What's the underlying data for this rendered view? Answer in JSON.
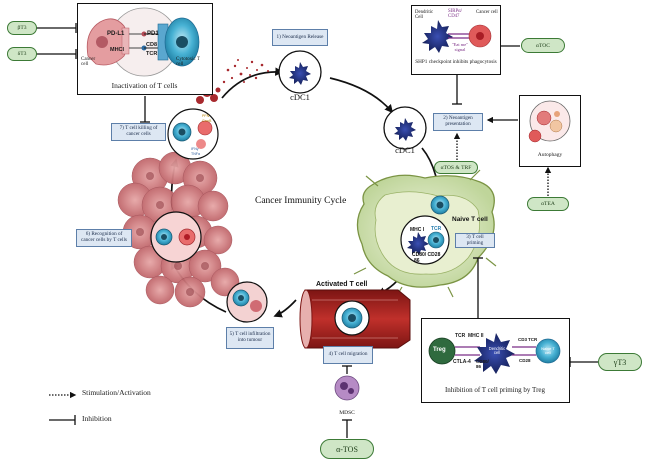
{
  "title": "Cancer Immunity Cycle",
  "steps": {
    "s1": "1) Neoantigen Release",
    "s2": "2) Neoantigen presentation",
    "s3": "3) T cell priming",
    "s4": "4) T cell migration",
    "s5": "5) T cell infiltration into tumour",
    "s6": "6) Recognition of cancer cells by T cells",
    "s7": "7) T cell killing of cancer cells"
  },
  "cells": {
    "cdc1_top": "cDC1",
    "cdc1_mid": "cDC1",
    "naive": "Naive T cell",
    "activated": "Activated T cell",
    "mdsc": "MDSC",
    "treg": "Treg",
    "mhc1": "MHC I",
    "tcr": "TCR",
    "cd80": "CD80/ CD28",
    "cd86": "86"
  },
  "panels": {
    "inactivation": {
      "caption": "Inactivation of T cells",
      "cancer": "Cancer cell",
      "cytotoxic": "Cytotoxic T cell",
      "pdl1": "PD-L1",
      "pd1": "PD1",
      "mhc1": "MHCI",
      "cd8": "CD8",
      "tcr": "TCR"
    },
    "phagocytosis": {
      "dendritic": "Dendritic Cell",
      "sirpa": "SIRPα/ CD47",
      "cancer": "Cancer cell",
      "dont_eat": "\"Eat me\" signal",
      "caption": "SHP1 checkpoint inhibits phagocytosis"
    },
    "autophagy": {
      "caption": "Autophagy"
    },
    "treg_priming": {
      "caption": "Inhibition of T cell priming by Treg",
      "treg": "Treg",
      "tcr": "TCR",
      "mhc2": "MHC II",
      "ctla4": "CTLA-4",
      "cd80": "CD80/ 86",
      "dendritic": "Dendritic cell",
      "naive": "Naive T cell",
      "cd28": "CD28",
      "tcr2": "TCR",
      "cd3": "CD3"
    },
    "t_killing": {
      "perforin": "PFN",
      "granzyme": "GrmB",
      "ifng": "IFNγ",
      "tnfa": "TNFα"
    }
  },
  "agents": {
    "bT3": "βT3",
    "dT3": "δT3",
    "aTOC": "αTOC",
    "aTOS_TRF": "αTOS & TRF",
    "aTEA": "αTEA",
    "gT3": "γT3",
    "aTOS": "α-TOS"
  },
  "legend": {
    "stimulation": "Stimulation/Activation",
    "inhibition": "Inhibition"
  },
  "colors": {
    "box_fill": "#dde7f3",
    "box_border": "#5d7fa9",
    "pill_fill": "#cfe6c6",
    "pill_border": "#3c7a36",
    "dendritic": "#1f2c6b",
    "tcell": "#3fa7c9",
    "tumour": "#c9777b",
    "vessel": "#a0221f",
    "lymph": "#d8e4b8"
  }
}
